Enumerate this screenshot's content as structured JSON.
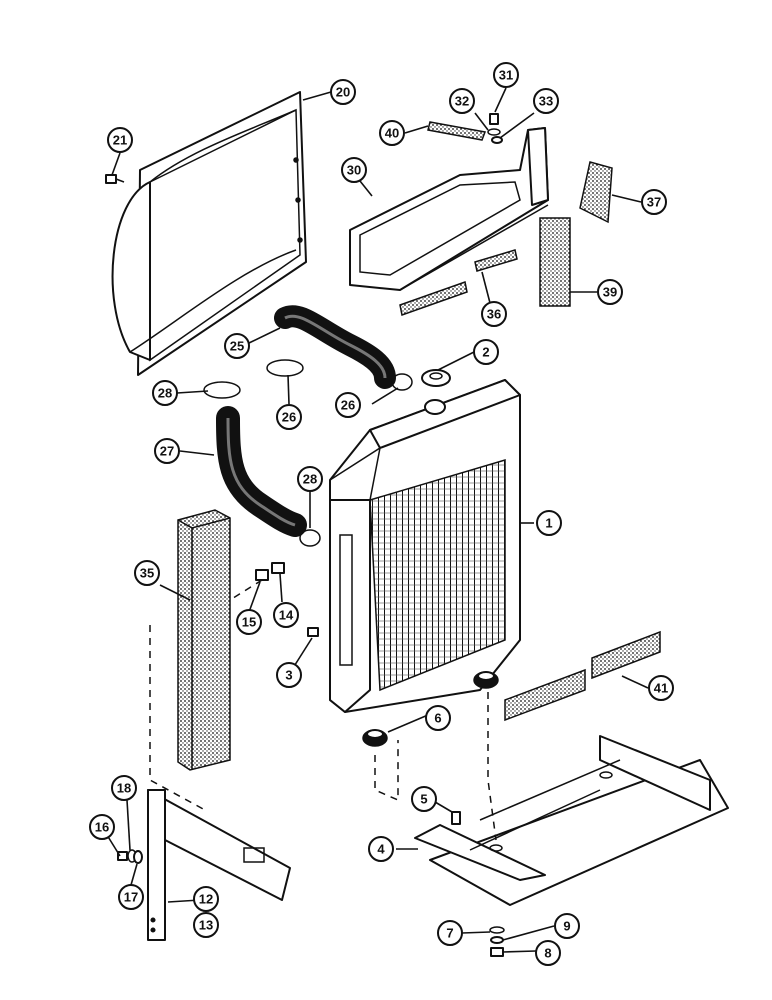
{
  "callouts": [
    {
      "id": "c1",
      "label": "1"
    },
    {
      "id": "c2",
      "label": "2"
    },
    {
      "id": "c3",
      "label": "3"
    },
    {
      "id": "c4",
      "label": "4"
    },
    {
      "id": "c5",
      "label": "5"
    },
    {
      "id": "c6",
      "label": "6"
    },
    {
      "id": "c7",
      "label": "7"
    },
    {
      "id": "c8",
      "label": "8"
    },
    {
      "id": "c9",
      "label": "9"
    },
    {
      "id": "c12",
      "label": "12"
    },
    {
      "id": "c13",
      "label": "13"
    },
    {
      "id": "c14",
      "label": "14"
    },
    {
      "id": "c15",
      "label": "15"
    },
    {
      "id": "c16",
      "label": "16"
    },
    {
      "id": "c17",
      "label": "17"
    },
    {
      "id": "c18",
      "label": "18"
    },
    {
      "id": "c20",
      "label": "20"
    },
    {
      "id": "c21",
      "label": "21"
    },
    {
      "id": "c25",
      "label": "25"
    },
    {
      "id": "c26a",
      "label": "26"
    },
    {
      "id": "c26b",
      "label": "26"
    },
    {
      "id": "c27",
      "label": "27"
    },
    {
      "id": "c28a",
      "label": "28"
    },
    {
      "id": "c28b",
      "label": "28"
    },
    {
      "id": "c30",
      "label": "30"
    },
    {
      "id": "c31",
      "label": "31"
    },
    {
      "id": "c32",
      "label": "32"
    },
    {
      "id": "c33",
      "label": "33"
    },
    {
      "id": "c35",
      "label": "35"
    },
    {
      "id": "c36",
      "label": "36"
    },
    {
      "id": "c37",
      "label": "37"
    },
    {
      "id": "c39",
      "label": "39"
    },
    {
      "id": "c40",
      "label": "40"
    },
    {
      "id": "c41",
      "label": "41"
    }
  ]
}
